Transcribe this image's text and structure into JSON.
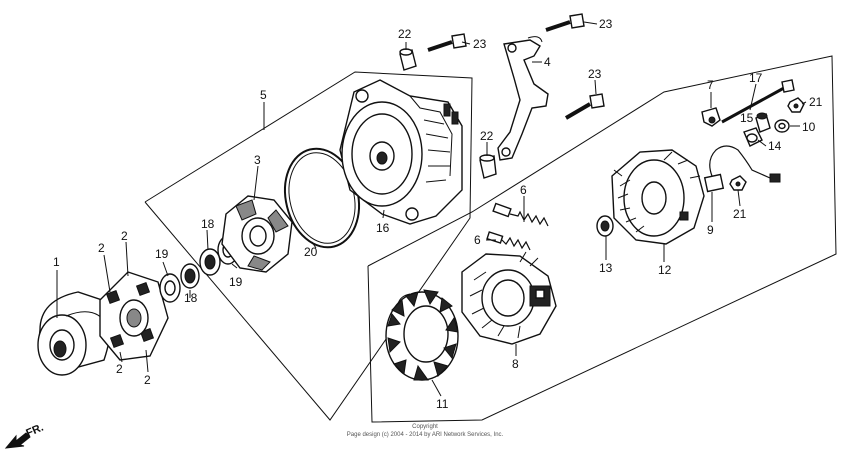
{
  "callouts": {
    "c1": "1",
    "c2a": "2",
    "c2b": "2",
    "c2c": "2",
    "c2d": "2",
    "c3": "3",
    "c4": "4",
    "c5": "5",
    "c6a": "6",
    "c6b": "6",
    "c7": "7",
    "c8": "8",
    "c9": "9",
    "c10": "10",
    "c11": "11",
    "c12": "12",
    "c13": "13",
    "c14": "14",
    "c15": "15",
    "c16": "16",
    "c17": "17",
    "c18a": "18",
    "c18b": "18",
    "c19a": "19",
    "c19b": "19",
    "c20": "20",
    "c21a": "21",
    "c21b": "21",
    "c22a": "22",
    "c22b": "22",
    "c23a": "23",
    "c23b": "23",
    "c23c": "23"
  },
  "direction_label": "FR.",
  "footer": {
    "line1": "Copyright",
    "line2": "Page design (c) 2004 - 2014 by ARI Network Services, Inc."
  },
  "colors": {
    "line": "#111111",
    "background": "#ffffff"
  },
  "icons": {
    "direction": "front-direction-arrow-icon"
  }
}
